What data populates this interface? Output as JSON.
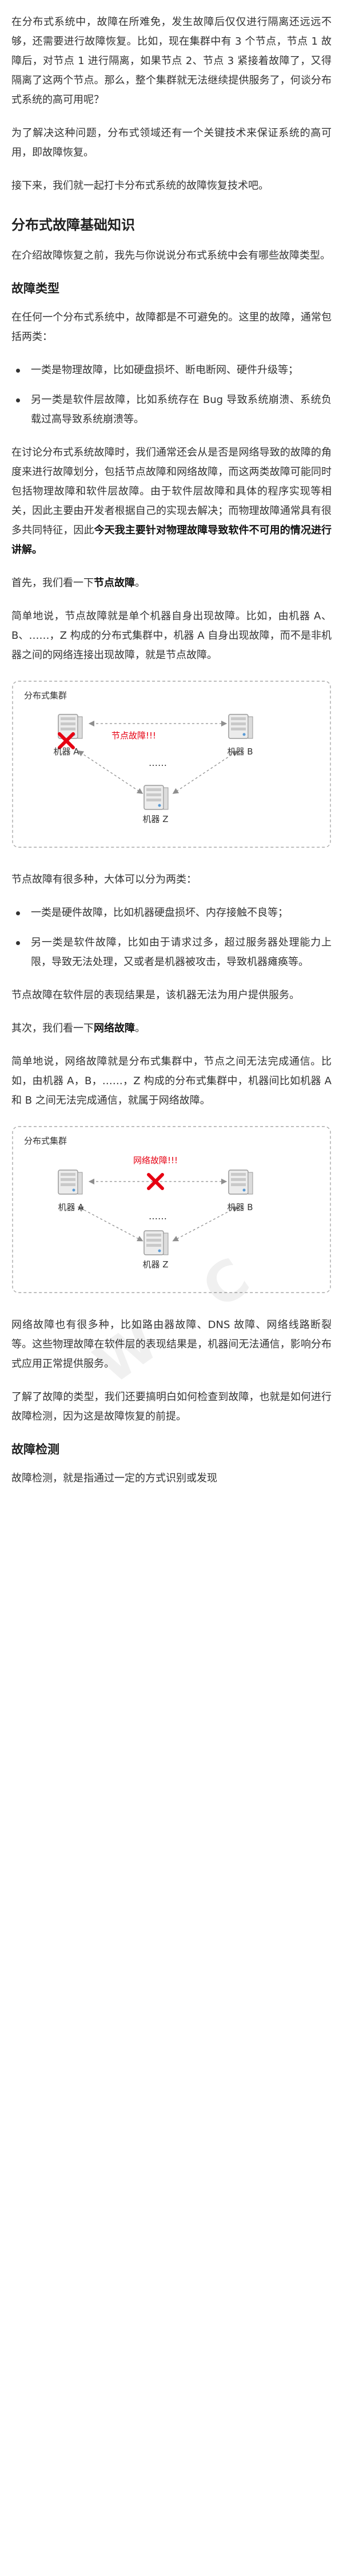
{
  "blocks": [
    {
      "type": "p",
      "text": "在分布式系统中，故障在所难免，发生故障后仅仅进行隔离还远远不够，还需要进行故障恢复。比如，现在集群中有 3 个节点，节点 1 故障后，对节点 1 进行隔离，如果节点 2、节点 3 紧接着故障了，又得隔离了这两个节点。那么，整个集群就无法继续提供服务了，何谈分布式系统的高可用呢？"
    },
    {
      "type": "p",
      "text": "为了解决这种问题，分布式领域还有一个关键技术来保证系统的高可用，即故障恢复。"
    },
    {
      "type": "p",
      "text": "接下来，我们就一起打卡分布式系统的故障恢复技术吧。"
    },
    {
      "type": "h2",
      "text": "分布式故障基础知识"
    },
    {
      "type": "p",
      "text": "在介绍故障恢复之前，我先与你说说分布式系统中会有哪些故障类型。"
    },
    {
      "type": "h3",
      "text": "故障类型"
    },
    {
      "type": "p",
      "text": "在任何一个分布式系统中，故障都是不可避免的。这里的故障，通常包括两类："
    },
    {
      "type": "ul",
      "items": [
        "一类是物理故障，比如硬盘损坏、断电断网、硬件升级等；",
        "另一类是软件层故障，比如系统存在 Bug 导致系统崩溃、系统负载过高导致系统崩溃等。"
      ]
    },
    {
      "type": "p_rich",
      "parts": [
        {
          "t": "在讨论分布式系统故障时，我们通常还会从是否是网络导致的故障的角度来进行故障划分，包括节点故障和网络故障，而这两类故障可能同时包括物理故障和软件层故障。由于软件层故障和具体的程序实现等相关，因此主要由开发者根据自己的实现去解决；而物理故障通常具有很多共同特征，因此",
          "b": false
        },
        {
          "t": "今天我主要针对物理故障导致软件不可用的情况进行讲解。",
          "b": true
        }
      ]
    },
    {
      "type": "p_rich",
      "parts": [
        {
          "t": "首先，我们看一下",
          "b": false
        },
        {
          "t": "节点故障",
          "b": true
        },
        {
          "t": "。",
          "b": false
        }
      ]
    },
    {
      "type": "p",
      "text": "简单地说，节点故障就是单个机器自身出现故障。比如，由机器 A、B、……，Z 构成的分布式集群中，机器 A 自身出现故障，而不是非机器之间的网络连接出现故障，就是节点故障。"
    },
    {
      "type": "fig",
      "variant": "node",
      "cluster_label": "分布式集群",
      "fault_label": "节点故障!!!",
      "machine_a": "机器 A",
      "machine_b": "机器 B",
      "machine_z": "机器 Z",
      "dots": "……"
    },
    {
      "type": "p",
      "text": "节点故障有很多种，大体可以分为两类："
    },
    {
      "type": "ul",
      "items": [
        "一类是硬件故障，比如机器硬盘损坏、内存接触不良等；",
        "另一类是软件故障，比如由于请求过多，超过服务器处理能力上限，导致无法处理，又或者是机器被攻击，导致机器瘫痪等。"
      ]
    },
    {
      "type": "p",
      "text": "节点故障在软件层的表现结果是，该机器无法为用户提供服务。"
    },
    {
      "type": "p_rich",
      "parts": [
        {
          "t": "其次，我们看一下",
          "b": false
        },
        {
          "t": "网络故障",
          "b": true
        },
        {
          "t": "。",
          "b": false
        }
      ]
    },
    {
      "type": "p",
      "text": "简单地说，网络故障就是分布式集群中，节点之间无法完成通信。比如，由机器 A，B，……，Z 构成的分布式集群中，机器间比如机器 A 和 B 之间无法完成通信，就属于网络故障。"
    },
    {
      "type": "fig",
      "variant": "network",
      "cluster_label": "分布式集群",
      "fault_label": "网络故障!!!",
      "machine_a": "机器 A",
      "machine_b": "机器 B",
      "machine_z": "机器 Z",
      "dots": "……"
    },
    {
      "type": "p",
      "text": "网络故障也有很多种，比如路由器故障、DNS 故障、网络线路断裂等。这些物理故障在软件层的表现结果是，机器间无法通信，影响分布式应用正常提供服务。"
    },
    {
      "type": "p",
      "text": "了解了故障的类型，我们还要搞明白如何检查到故障，也就是如何进行故障检测，因为这是故障恢复的前提。"
    },
    {
      "type": "h3",
      "text": "故障检测"
    },
    {
      "type": "p",
      "text": "故障检测，就是指通过一定的方式识别或发现"
    }
  ]
}
